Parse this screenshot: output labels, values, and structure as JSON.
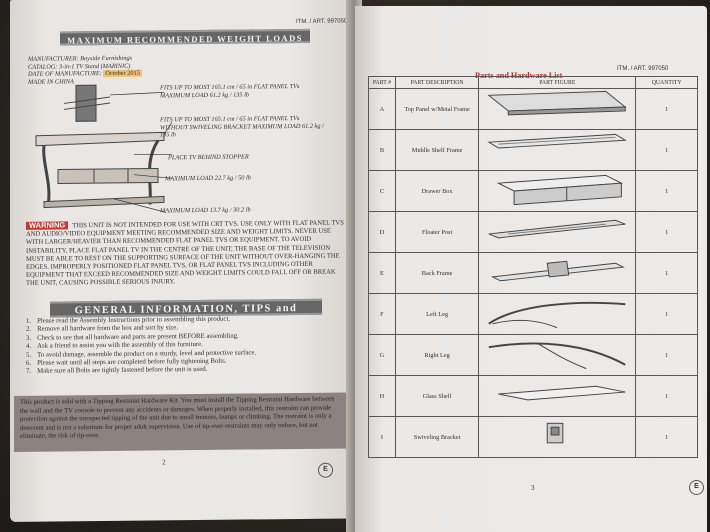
{
  "left_page": {
    "art_no": "ITM. / ART. 997050",
    "banner_weight": "MAXIMUM RECOMMENDED WEIGHT LOADS",
    "meta": {
      "manufacturer": "MANUFACTURER: Bayside Furnishings",
      "catalog": "CATALOG: 3-in-1 TV Stand (MARINIC)",
      "date_label": "DATE OF MANUFACTURE:",
      "date_value": "October 2015",
      "made_in": "MADE IN CHINA"
    },
    "callouts": [
      "FITS UP TO MOST 165.1 cm / 65 in FLAT PANEL TVs MAXIMUM LOAD 61.2 kg / 135 lb",
      "FITS UP TO MOST 165.1 cm / 65 in FLAT PANEL TVs WITHOUT SWIVELING BRACKET MAXIMUM LOAD 61.2 kg / 135 lb",
      "PLACE TV BEHIND STOPPER",
      "MAXIMUM LOAD 22.7 kg / 50 lb",
      "MAXIMUM LOAD 13.7 kg / 30.2 lb"
    ],
    "warning_badge": "WARNING",
    "warning_text": "THIS UNIT IS NOT INTENDED FOR USE WITH CRT TVS. USE ONLY WITH FLAT PANEL TVS AND AUDIO/VIDEO EQUIPMENT MEETING RECOMMENDED SIZE AND WEIGHT LIMITS. NEVER USE WITH LARGER/HEAVIER THAN RECOMMENDED FLAT PANEL TVS OR EQUIPMENT. TO AVOID INSTABILITY, PLACE FLAT PANEL TV IN THE CENTRE OF THE UNIT; THE BASE OF THE TELEVISION MUST BE ABLE TO REST ON THE SUPPORTING SURFACE OF THE UNIT WITHOUT OVER-HANGING THE EDGES. IMPROPERLY POSITIONED FLAT PANEL TVS, OR FLAT PANEL TVS INCLUDING OTHER EQUIPMENT THAT EXCEED RECOMMENDED SIZE AND WEIGHT LIMITS COULD FALL OFF OR BREAK THE UNIT, CAUSING POSSIBLE SERIOUS INJURY.",
    "banner_general": "GENERAL INFORMATION, TIPS and TRICKS",
    "tips": [
      {
        "n": "1.",
        "t": "Please read the Assembly Instructions prior to assembling this product."
      },
      {
        "n": "2.",
        "t": "Remove all hardware from the box and sort by size."
      },
      {
        "n": "3.",
        "t": "Check to see that all hardware and parts are present BEFORE assembling."
      },
      {
        "n": "4.",
        "t": "Ask a friend to assist you with the assembly of this furniture."
      },
      {
        "n": "5.",
        "t": "To avoid damage, assemble the product on a sturdy, level and protective surface."
      },
      {
        "n": "6.",
        "t": "Please wait until all steps are completed before fully tightening Bolts."
      },
      {
        "n": "7.",
        "t": "Make sure all Bolts are tightly fastened before the unit is used."
      }
    ],
    "restraint_text": "This product is sold with a Tipping Restraint Hardware Kit. You must install the Tipping Restraint Hardware between the wall and the TV console to prevent any accidents or damages. When properly installed, this restraint can provide protection against the unexpected tipping of the unit due to small tremors, bumps or climbing. The restraint is only a deterrent and is not a substitute for proper adult supervision. Use of tip-over restraints may only reduce, but not eliminate, the risk of tip-over.",
    "page_number": "2",
    "lang_badge": "E"
  },
  "right_page": {
    "art_no": "ITM. / ART. 997050",
    "title": "Parts and Hardware List",
    "headers": [
      "PART #",
      "PART DESCRIPTION",
      "PART FIGURE",
      "QUANTITY"
    ],
    "parts": [
      {
        "id": "A",
        "desc": "Top Panel w/Metal Frame",
        "qty": "1",
        "fig": "panel"
      },
      {
        "id": "B",
        "desc": "Middle Shelf Frame",
        "qty": "1",
        "fig": "frame"
      },
      {
        "id": "C",
        "desc": "Drawer Box",
        "qty": "1",
        "fig": "box"
      },
      {
        "id": "D",
        "desc": "Floater Post",
        "qty": "1",
        "fig": "post"
      },
      {
        "id": "E",
        "desc": "Back Frame",
        "qty": "1",
        "fig": "backframe"
      },
      {
        "id": "F",
        "desc": "Left Leg",
        "qty": "1",
        "fig": "leftleg"
      },
      {
        "id": "G",
        "desc": "Right Leg",
        "qty": "1",
        "fig": "rightleg"
      },
      {
        "id": "H",
        "desc": "Glass Shelf",
        "qty": "1",
        "fig": "glass"
      },
      {
        "id": "I",
        "desc": "Swiveling Bracket",
        "qty": "1",
        "fig": "bracket"
      }
    ],
    "page_number": "3",
    "lang_badge": "E"
  }
}
